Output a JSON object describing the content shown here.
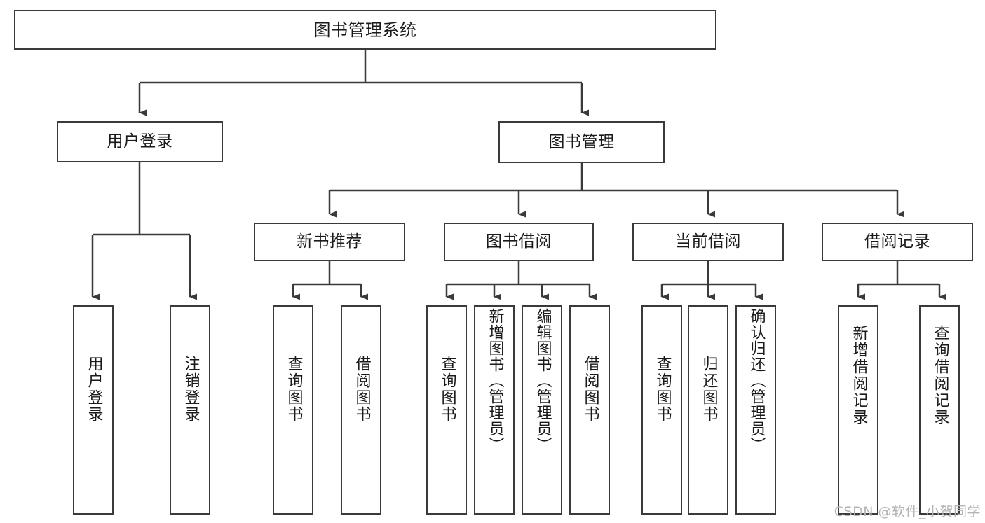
{
  "diagram": {
    "kind": "function-structure-tree",
    "title": "图书管理系统",
    "colors": {
      "node_border": "#3a3a3a",
      "node_fill": "#ffffff",
      "connector": "#3a3a3a",
      "text": "#1a1a1a",
      "watermark": "#b4b4b4",
      "background": "#ffffff"
    }
  },
  "root": {
    "label": "图书管理系统"
  },
  "level1": [
    {
      "id": "user-login",
      "label": "用户登录"
    },
    {
      "id": "book-manage",
      "label": "图书管理"
    }
  ],
  "level2": [
    {
      "id": "new-book-recommend",
      "label": "新书推荐",
      "parent": "book-manage"
    },
    {
      "id": "book-borrow",
      "label": "图书借阅",
      "parent": "book-manage"
    },
    {
      "id": "current-borrow",
      "label": "当前借阅",
      "parent": "book-manage"
    },
    {
      "id": "borrow-record",
      "label": "借阅记录",
      "parent": "book-manage"
    }
  ],
  "leaves": {
    "user_login": [
      {
        "id": "leaf-user-login",
        "label": "用户登录"
      },
      {
        "id": "leaf-user-logout",
        "label": "注销登录"
      }
    ],
    "new_book_recommend": [
      {
        "id": "leaf-query-book-1",
        "label": "查询图书"
      },
      {
        "id": "leaf-borrow-book-1",
        "label": "借阅图书"
      }
    ],
    "book_borrow": [
      {
        "id": "leaf-query-book-2",
        "label": "查询图书"
      },
      {
        "id": "leaf-add-book",
        "label": "新增图书（管理员）"
      },
      {
        "id": "leaf-edit-book",
        "label": "编辑图书（管理员）"
      },
      {
        "id": "leaf-borrow-book-2",
        "label": "借阅图书"
      }
    ],
    "current_borrow": [
      {
        "id": "leaf-query-book-3",
        "label": "查询图书"
      },
      {
        "id": "leaf-return-book",
        "label": "归还图书"
      },
      {
        "id": "leaf-confirm-return",
        "label": "确认归还（管理员）"
      }
    ],
    "borrow_record": [
      {
        "id": "leaf-add-record",
        "label": "新增借阅记录"
      },
      {
        "id": "leaf-query-record",
        "label": "查询借阅记录"
      }
    ]
  },
  "watermark": {
    "text": "CSDN @软件_小贺同学"
  }
}
